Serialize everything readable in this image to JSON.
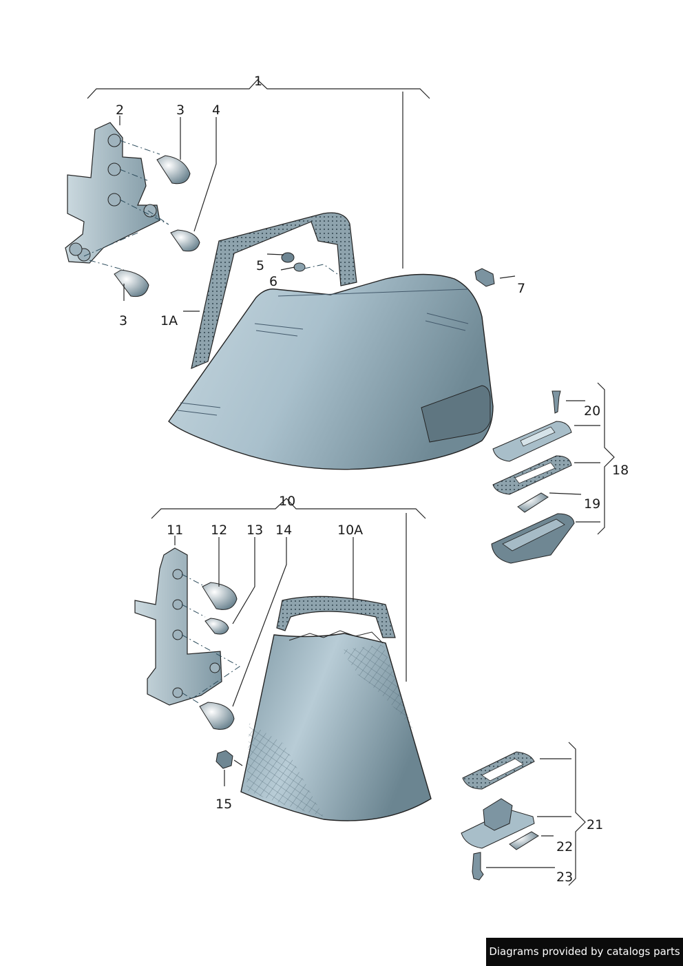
{
  "labels": {
    "l1": "1",
    "l2": "2",
    "l3a": "3",
    "l4": "4",
    "l5": "5",
    "l6": "6",
    "l7": "7",
    "l3b": "3",
    "l1a": "1A",
    "l10": "10",
    "l11": "11",
    "l12": "12",
    "l13": "13",
    "l14": "14",
    "l10a": "10A",
    "l15": "15",
    "l18": "18",
    "l19": "19",
    "l20": "20",
    "l21": "21",
    "l22": "22",
    "l23": "23"
  },
  "footer": {
    "text": "Diagrams provided by catalogs parts"
  },
  "colors": {
    "lamp_body": "#9fb7c4",
    "lamp_dark": "#5b7480",
    "seal": "#7e949f",
    "ink": "#1a1a1a"
  }
}
